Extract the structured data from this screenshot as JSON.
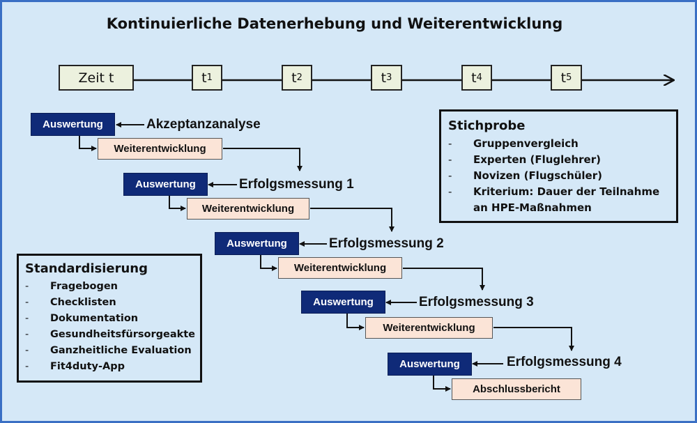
{
  "title": "Kontinuierliche Datenerhebung und Weiterentwicklung",
  "timeline": {
    "start": "Zeit t",
    "points": [
      {
        "base": "t",
        "sub": "1"
      },
      {
        "base": "t",
        "sub": "2"
      },
      {
        "base": "t",
        "sub": "3"
      },
      {
        "base": "t",
        "sub": "4"
      },
      {
        "base": "t",
        "sub": "5"
      }
    ]
  },
  "steps": [
    {
      "evaluation": "Auswertung",
      "input": "Akzeptanzanalyse",
      "next": "Weiterentwicklung"
    },
    {
      "evaluation": "Auswertung",
      "input": "Erfolgsmessung 1",
      "next": "Weiterentwicklung"
    },
    {
      "evaluation": "Auswertung",
      "input": "Erfolgsmessung 2",
      "next": "Weiterentwicklung"
    },
    {
      "evaluation": "Auswertung",
      "input": "Erfolgsmessung 3",
      "next": "Weiterentwicklung"
    },
    {
      "evaluation": "Auswertung",
      "input": "Erfolgsmessung 4",
      "next": "Abschlussbericht"
    }
  ],
  "sample_box": {
    "heading": "Stichprobe",
    "items": [
      "Gruppenvergleich",
      "Experten (Fluglehrer)",
      "Novizen (Flugschüler)",
      "Kriterium: Dauer der Teilnahme an HPE-Maßnahmen"
    ],
    "bullet": "-"
  },
  "standard_box": {
    "heading": "Standardisierung",
    "items": [
      "Fragebogen",
      "Checklisten",
      "Dokumentation",
      "Gesundheitsfürsorgeakte",
      "Ganzheitliche Evaluation",
      "Fit4duty-App"
    ],
    "bullet": "-"
  }
}
